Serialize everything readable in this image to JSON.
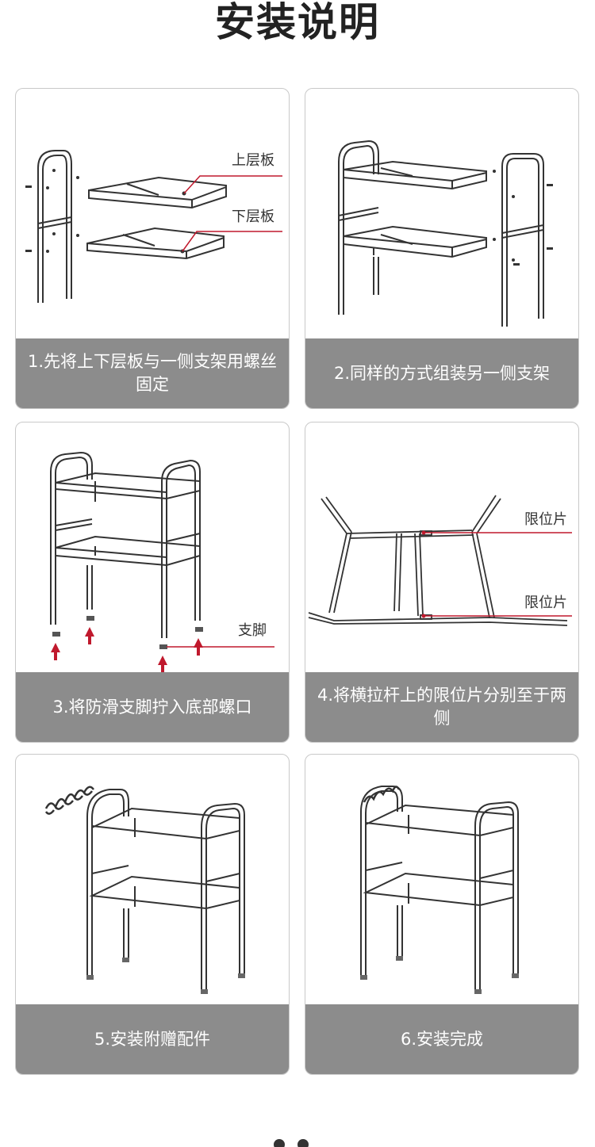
{
  "title": "安装说明",
  "colors": {
    "caption_bg": "#8c8c8c",
    "accent": "#c0192d",
    "line": "#333333"
  },
  "steps": [
    {
      "caption": "1.先将上下层板与一侧支架用螺丝固定",
      "labels": [
        "上层板",
        "下层板"
      ]
    },
    {
      "caption": "2.同样的方式组装另一侧支架",
      "labels": []
    },
    {
      "caption": "3.将防滑支脚拧入底部螺口",
      "labels": [
        "支脚"
      ]
    },
    {
      "caption": "4.将横拉杆上的限位片分别至于两侧",
      "labels": [
        "限位片",
        "限位片"
      ]
    },
    {
      "caption": "5.安装附赠配件",
      "labels": []
    },
    {
      "caption": "6.安装完成",
      "labels": []
    }
  ]
}
